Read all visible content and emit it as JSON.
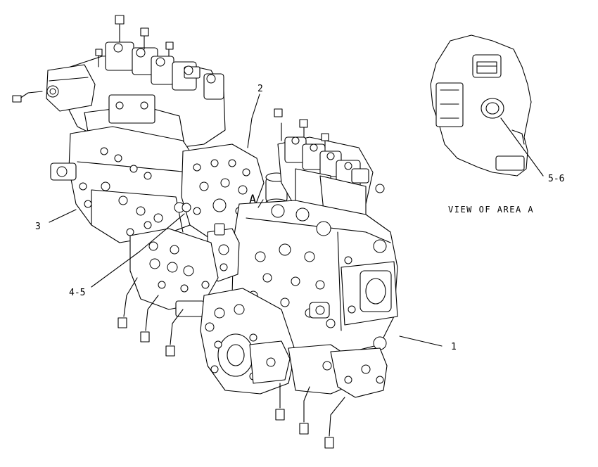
{
  "callouts": {
    "c1": "1",
    "c2": "2",
    "c3": "3",
    "c45": "4-5",
    "c56": "5-6",
    "area": "A"
  },
  "detail": {
    "caption": "VIEW OF AREA A"
  },
  "colors": {
    "line": "#000000",
    "background": "#ffffff"
  }
}
